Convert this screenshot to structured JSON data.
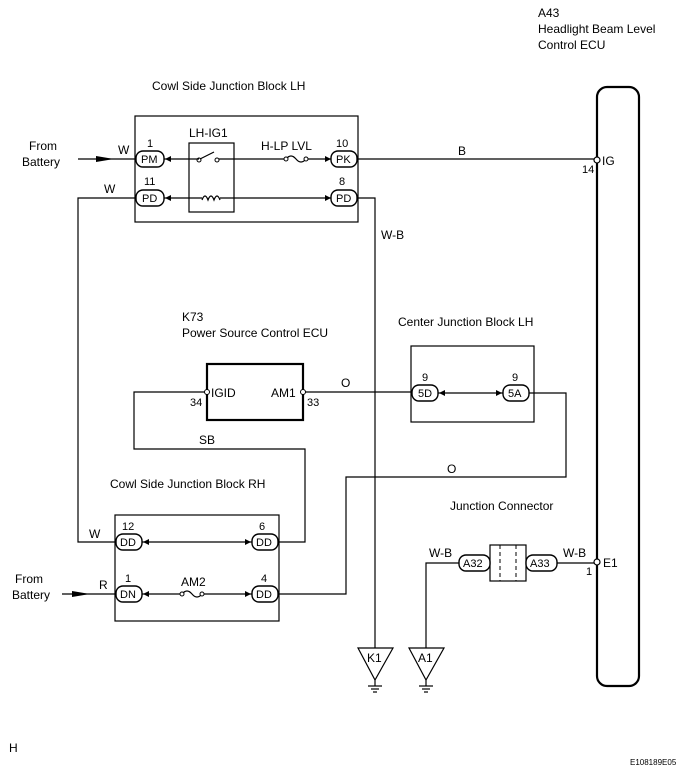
{
  "ecu_a43": {
    "code": "A43",
    "name1": "Headlight Beam Level",
    "name2": "Control ECU",
    "pin_ig": "14",
    "label_ig": "IG",
    "pin_e1": "1",
    "label_e1": "E1"
  },
  "cowl_lh": {
    "title": "Cowl Side Junction Block LH",
    "relay": "LH-IG1",
    "fuse": "H-LP LVL",
    "c1_pin": "1",
    "c1": "PM",
    "c2_pin": "11",
    "c2": "PD",
    "c3_pin": "10",
    "c3": "PK",
    "c4_pin": "8",
    "c4": "PD"
  },
  "from_battery_1": {
    "line1": "From",
    "line2": "Battery",
    "wire": "W"
  },
  "wire_w_11": "W",
  "wire_b": "B",
  "wire_wb_vertical": "W-B",
  "k73": {
    "code": "K73",
    "name": "Power Source Control ECU",
    "left_pin": "34",
    "left_label": "IGID",
    "right_pin": "33",
    "right_label": "AM1"
  },
  "wire_o_1": "O",
  "wire_o_2": "O",
  "wire_sb": "SB",
  "center_jb": {
    "title": "Center Junction Block LH",
    "c1_pin": "9",
    "c1": "5D",
    "c2_pin": "9",
    "c2": "5A"
  },
  "cowl_rh": {
    "title": "Cowl Side Junction Block RH",
    "fuse": "AM2",
    "c1_pin": "12",
    "c1": "DD",
    "c2_pin": "6",
    "c2": "DD",
    "c3_pin": "1",
    "c3": "DN",
    "c4_pin": "4",
    "c4": "DD"
  },
  "from_battery_2": {
    "line1": "From",
    "line2": "Battery",
    "wire": "R"
  },
  "wire_w_12": "W",
  "junction_connector": {
    "title": "Junction Connector",
    "left": "A32",
    "right": "A33",
    "wire_left": "W-B",
    "wire_right": "W-B"
  },
  "grounds": {
    "k1": "K1",
    "a1": "A1"
  },
  "footer": {
    "page_code": "H",
    "fig_code": "E108189E05"
  }
}
